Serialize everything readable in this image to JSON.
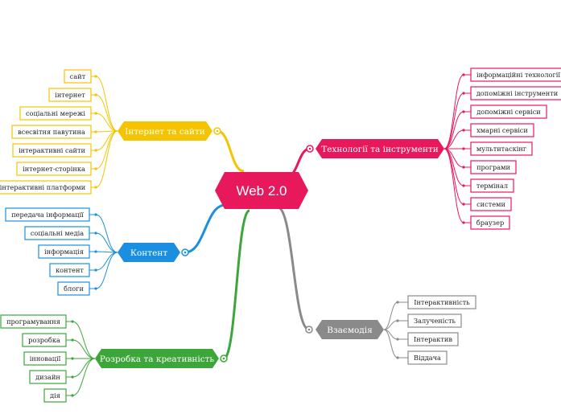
{
  "center": {
    "label": "Web 2.0",
    "color": "#e8185d"
  },
  "branches": [
    {
      "id": "internet",
      "label": "Інтернет та сайти",
      "color": "#f5c400",
      "leaves": [
        "сайт",
        "інтернет",
        "соціальні мережі",
        "всесвітня павутина",
        "інтерактивні сайти",
        "інтернет-сторінка",
        "інтерактивні платформи"
      ]
    },
    {
      "id": "content",
      "label": "Контент",
      "color": "#1a8fe0",
      "leaves": [
        "передача інформації",
        "соціальні медіа",
        "інформація",
        "контент",
        "блоги"
      ]
    },
    {
      "id": "dev",
      "label": "Розробка та креативність",
      "color": "#3da63a",
      "leaves": [
        "програмування",
        "розробка",
        "інновації",
        "дизайн",
        "дія"
      ]
    },
    {
      "id": "tech",
      "label": "Технології та інструменти",
      "color": "#e8185d",
      "leaves": [
        "інформаційні технології",
        "допоміжні інструменти",
        "допоміжні сервіси",
        "хмарні сервіси",
        "мультитаскінг",
        "програми",
        "термінал",
        "системи",
        "браузер"
      ]
    },
    {
      "id": "interaction",
      "label": "Взаємодія",
      "color": "#8a8a8a",
      "leaves": [
        "Інтерактивність",
        "Залученість",
        "Інтерактив",
        "Віддача"
      ]
    }
  ]
}
